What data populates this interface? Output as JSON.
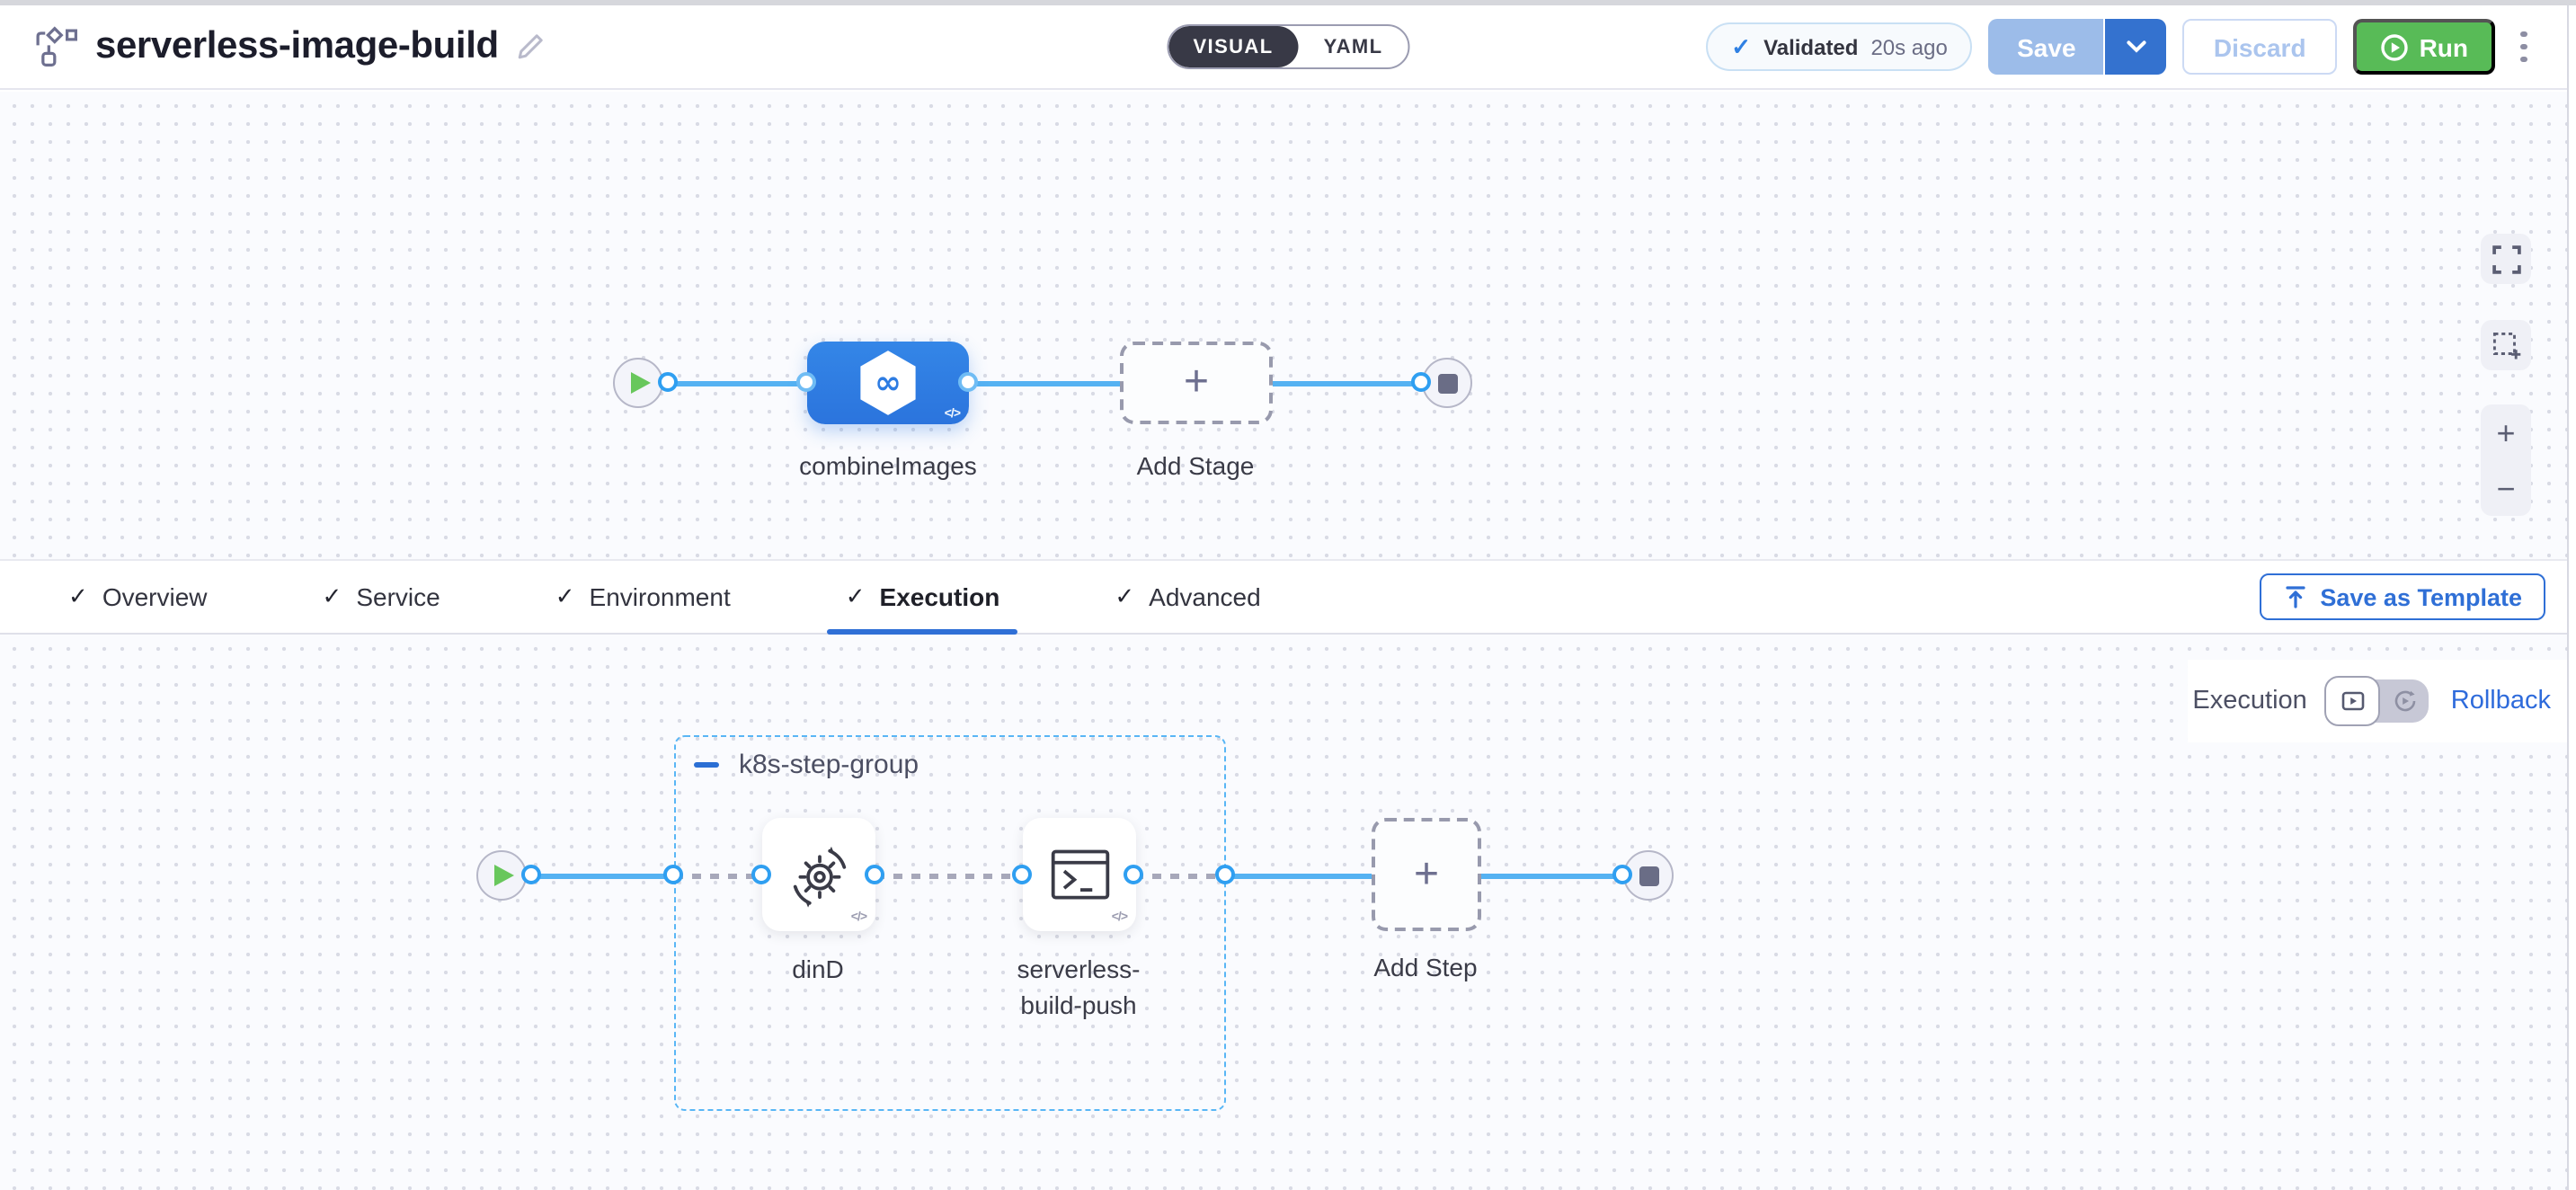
{
  "header": {
    "title": "serverless-image-build",
    "view_toggle": {
      "visual": "VISUAL",
      "yaml": "YAML"
    },
    "validation": {
      "status": "Validated",
      "time_ago": "20s ago"
    },
    "buttons": {
      "save": "Save",
      "discard": "Discard",
      "run": "Run"
    }
  },
  "stage_canvas": {
    "stage_name": "combineImages",
    "add_stage_label": "Add Stage"
  },
  "tabs": {
    "items": [
      {
        "label": "Overview"
      },
      {
        "label": "Service"
      },
      {
        "label": "Environment"
      },
      {
        "label": "Execution"
      },
      {
        "label": "Advanced"
      }
    ],
    "active": "Execution",
    "save_as_template": "Save as Template"
  },
  "execution_panel": {
    "mode_label": "Execution",
    "rollback_label": "Rollback",
    "step_group": {
      "name": "k8s-step-group",
      "steps": [
        {
          "name": "dinD"
        },
        {
          "name": "serverless-build-push"
        }
      ]
    },
    "add_step_label": "Add Step"
  },
  "icons": {
    "check": "✓",
    "plus": "+",
    "minus": "−",
    "code": "</>",
    "infinity": "∞"
  },
  "colors": {
    "primary_blue": "#2f6fd6",
    "node_blue": "#2e7ce2",
    "connector_blue": "#55b2f2",
    "run_green": "#58bb57",
    "toggle_dark": "#383946",
    "canvas_bg": "#fafbfe"
  }
}
